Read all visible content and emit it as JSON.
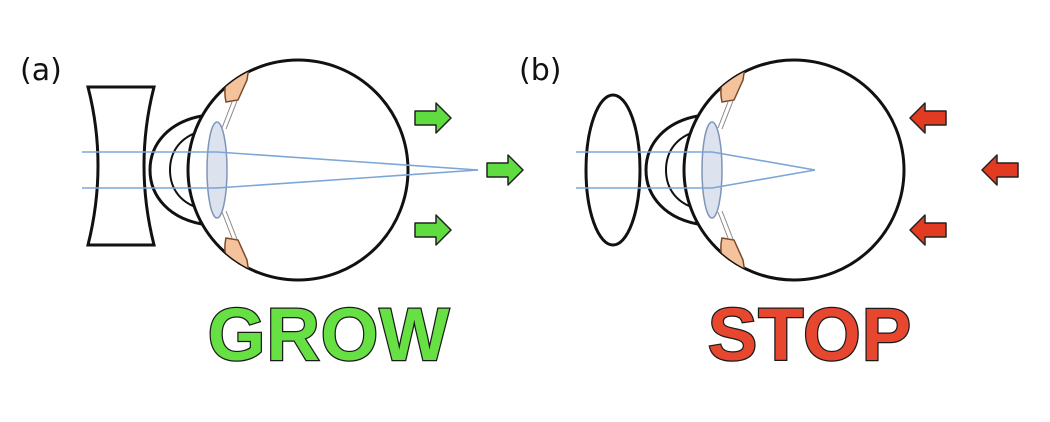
{
  "panels": [
    {
      "label": "(a)",
      "word": "GROW",
      "word_color": "#66e043",
      "arrow_color": "#5fdc3f",
      "arrow_direction": "outward",
      "corrective_lens": "concave"
    },
    {
      "label": "(b)",
      "word": "STOP",
      "word_color": "#e8472f",
      "arrow_color": "#e33a22",
      "arrow_direction": "inward",
      "corrective_lens": "convex"
    }
  ],
  "colors": {
    "ray": "#7ca5d8",
    "ciliary": "#f4c29b",
    "eye_lens": "#dde3ee"
  }
}
